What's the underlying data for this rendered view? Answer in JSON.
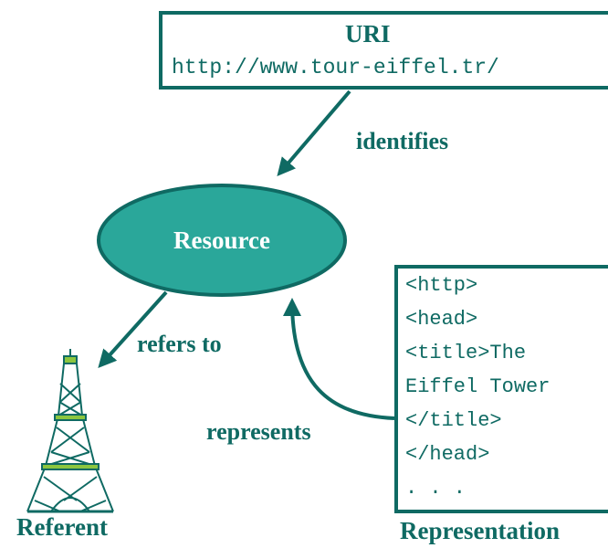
{
  "uri": {
    "title": "URI",
    "url": "http://www.tour-eiffel.tr/"
  },
  "resource": {
    "label": "Resource"
  },
  "edges": {
    "identifies": "identifies",
    "refers_to": "refers to",
    "represents": "represents"
  },
  "representation": {
    "lines": [
      "<http>",
      "<head>",
      "<title>The",
      "Eiffel Tower",
      "</title>",
      "</head>",
      ". . ."
    ],
    "caption": "Representation"
  },
  "referent": {
    "caption": "Referent",
    "icon": "eiffel-tower-icon"
  },
  "colors": {
    "teal": "#0f6a63",
    "ellipse_fill": "#2aa79a",
    "tower_green": "#8cc63f"
  }
}
